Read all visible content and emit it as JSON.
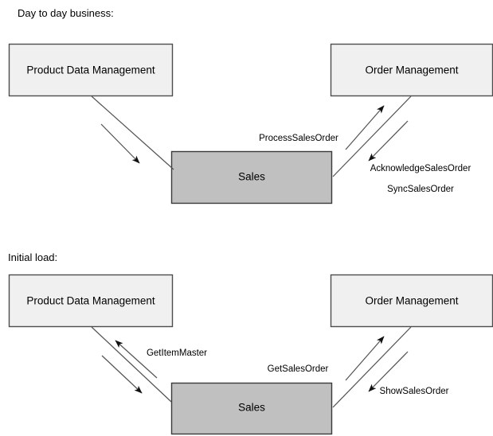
{
  "diagram": {
    "title_top": "Day to day business:",
    "title_bottom": "Initial load:",
    "colors": {
      "system_fill": "#f0f0f0",
      "highlight_fill": "#c0c0c0",
      "border": "#4d4d4d",
      "line": "#555555",
      "text": "#000000",
      "background": "#ffffff"
    },
    "sections": [
      {
        "id": "day-to-day",
        "heading": "Day to day business:",
        "nodes": [
          {
            "id": "pdm-top",
            "label": "Product Data Management",
            "style": "system"
          },
          {
            "id": "om-top",
            "label": "Order Management",
            "style": "system"
          },
          {
            "id": "sales-top",
            "label": "Sales",
            "style": "highlight"
          }
        ],
        "edge_labels": [
          {
            "id": "process-sales-order",
            "text": "ProcessSalesOrder"
          },
          {
            "id": "acknowledge-sales-order",
            "text": "AcknowledgeSalesOrder"
          },
          {
            "id": "sync-sales-order",
            "text": "SyncSalesOrder"
          }
        ],
        "flows": [
          {
            "from": "pdm-top",
            "to": "sales-top",
            "label": "",
            "direction": "to-sales"
          },
          {
            "from": "sales-top",
            "to": "om-top",
            "label": "ProcessSalesOrder",
            "direction": "to-order-management"
          },
          {
            "from": "om-top",
            "to": "sales-top",
            "label": "AcknowledgeSalesOrder",
            "direction": "to-sales"
          },
          {
            "from": "om-top",
            "to": "sales-top",
            "label": "SyncSalesOrder",
            "direction": "to-sales"
          }
        ]
      },
      {
        "id": "initial-load",
        "heading": "Initial load:",
        "nodes": [
          {
            "id": "pdm-bottom",
            "label": "Product Data Management",
            "style": "system"
          },
          {
            "id": "om-bottom",
            "label": "Order Management",
            "style": "system"
          },
          {
            "id": "sales-bottom",
            "label": "Sales",
            "style": "highlight"
          }
        ],
        "edge_labels": [
          {
            "id": "get-item-master",
            "text": "GetItemMaster"
          },
          {
            "id": "get-sales-order",
            "text": "GetSalesOrder"
          },
          {
            "id": "show-sales-order",
            "text": "ShowSalesOrder"
          }
        ],
        "flows": [
          {
            "from": "sales-bottom",
            "to": "pdm-bottom",
            "label": "GetItemMaster",
            "direction": "to-product-data-management"
          },
          {
            "from": "pdm-bottom",
            "to": "sales-bottom",
            "label": "",
            "direction": "to-sales"
          },
          {
            "from": "sales-bottom",
            "to": "om-bottom",
            "label": "GetSalesOrder",
            "direction": "to-order-management"
          },
          {
            "from": "om-bottom",
            "to": "sales-bottom",
            "label": "ShowSalesOrder",
            "direction": "to-sales"
          }
        ]
      }
    ]
  }
}
